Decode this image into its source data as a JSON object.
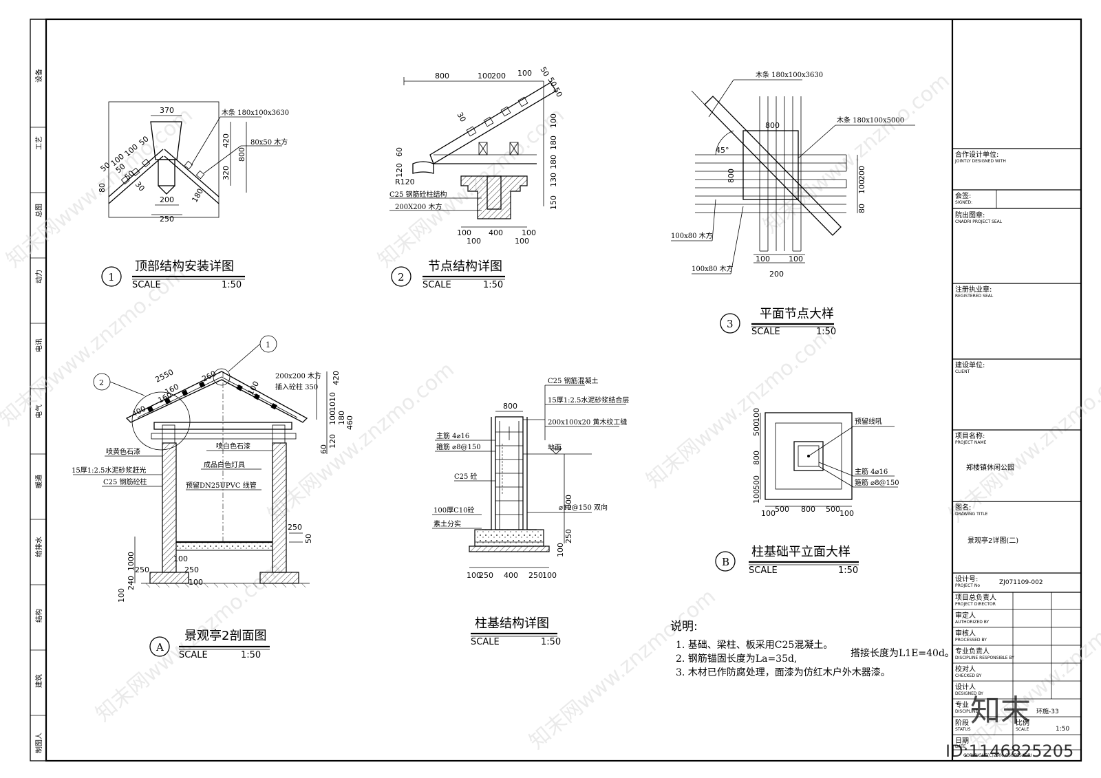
{
  "left_strip": [
    "设备",
    "工艺",
    "总图",
    "动力",
    "电讯",
    "电气",
    "暖通",
    "给排水",
    "结构",
    "建筑",
    "制图人"
  ],
  "title_block": {
    "jointly_cn": "合作设计单位:",
    "jointly_en": "JOINTLY DESIGNED WITH",
    "signed_cn": "会签:",
    "signed_en": "SIGNED:",
    "seal_cn": "院出图章:",
    "seal_en": "CNADRI PROJECT SEAL",
    "reg_cn": "注册执业章:",
    "reg_en": "REGISTERED SEAL",
    "client_cn": "建设单位:",
    "client_en": "CLIENT",
    "project_cn": "项目名称:",
    "project_en": "PROJECT NAME",
    "project_value": "郑楼镇休闲公园",
    "drawing_cn": "图名:",
    "drawing_en": "DRAWING TITLE",
    "drawing_value": "景观亭2详图(二)",
    "projno_cn": "设计号:",
    "projno_en": "PROJECT No",
    "projno_value": "ZJ071109-002",
    "director_cn": "项目总负责人",
    "director_en": "PROJECT DIRECTOR",
    "auth_cn": "审定人",
    "auth_en": "AUTHORIZED BY",
    "proc_cn": "审核人",
    "proc_en": "PROCESSED BY",
    "disc_cn": "专业负责人",
    "disc_en": "DISCIPLINE RESPONSIBLE BY",
    "check_cn": "校对人",
    "check_en": "CHECKED BY",
    "design_cn": "设计人",
    "design_en": "DESIGNED BY",
    "discipline_cn": "专业",
    "discipline_en": "DISCIPLINE",
    "sheet_value": "环施-33",
    "status_cn": "阶段",
    "status_en": "STATUS",
    "scale_cn": "比例",
    "scale_en": "SCALE",
    "scale_value": "1:50",
    "date_cn": "日期",
    "date_en": "DATE",
    "copyright": "COPYRIGHT(C)2006,CSCECSADRI"
  },
  "drawings": {
    "d1": {
      "num": "1",
      "title": "顶部结构安装详图",
      "scale_label": "SCALE",
      "scale": "1:50",
      "dims": [
        "370",
        "50",
        "100",
        "100",
        "50",
        "50",
        "50",
        "80",
        "30",
        "200",
        "250",
        "420",
        "320",
        "800",
        "180"
      ],
      "notes": [
        "木条 180x100x3630",
        "80x50 木方"
      ]
    },
    "d2": {
      "num": "2",
      "title": "节点结构详图",
      "scale_label": "SCALE",
      "scale": "1:50",
      "dims": [
        "800",
        "100",
        "200",
        "100",
        "50",
        "50",
        "50",
        "30",
        "100",
        "180",
        "180",
        "130",
        "150",
        "60",
        "120",
        "R120",
        "100",
        "400",
        "100",
        "100",
        "100"
      ],
      "notes": [
        "C25 钢筋砼柱结构",
        "200X200 木方"
      ]
    },
    "d3": {
      "num": "3",
      "title": "平面节点大样",
      "scale_label": "SCALE",
      "scale": "1:50",
      "dims": [
        "800",
        "800",
        "45°",
        "100",
        "200",
        "80",
        "100",
        "100",
        "200"
      ],
      "notes": [
        "木条 180x100x3630",
        "木条 180x100x5000",
        "100x80 木方",
        "100x80 木方"
      ]
    },
    "dA": {
      "num": "A",
      "title": "景观亭2剖面图",
      "scale_label": "SCALE",
      "scale": "1:50",
      "dims": [
        "2550",
        "260",
        "160",
        "160",
        "400",
        "100",
        "420",
        "1010",
        "100",
        "180",
        "60",
        "120",
        "460",
        "250",
        "50",
        "1000",
        "250",
        "250",
        "240",
        "100",
        "100",
        "100"
      ],
      "notes": [
        "200x200 木方",
        "插入砼柱 350",
        "喷黄色石漆",
        "15厚1:2.5水泥砂浆赶光",
        "C25 钢筋砼柱",
        "喷白色石漆",
        "成品白色灯具",
        "预留DN25UPVC 线管"
      ]
    },
    "dCol": {
      "title": "柱基结构详图",
      "scale_label": "SCALE",
      "scale": "1:50",
      "dims": [
        "800",
        "800",
        "100",
        "250",
        "400",
        "250",
        "100",
        "250",
        "100"
      ],
      "notes": [
        "C25 钢筋混凝土",
        "15厚1:2.5水泥砂浆结合层",
        "200x100x20 黄木纹工缝",
        "主筋 4⌀16",
        "箍筋 ⌀8@150",
        "地面",
        "C25 砼",
        "⌀12@150 双向",
        "100厚C10砼",
        "素土分实"
      ]
    },
    "dB": {
      "num": "B",
      "title": "柱基础平立面大样",
      "scale_label": "SCALE",
      "scale": "1:50",
      "dims": [
        "100",
        "500",
        "800",
        "500",
        "100",
        "500",
        "800",
        "500",
        "100"
      ],
      "notes": [
        "预留线吼",
        "主筋 4⌀16",
        "箍筋 ⌀8@150"
      ]
    }
  },
  "general_notes": {
    "heading": "说明:",
    "items": [
      "1. 基础、梁柱、板采用C25混凝土。",
      "2. 钢筋锚固长度为La=35d,",
      "3. 木材已作防腐处理，面漆为仿红木户外木器漆。"
    ],
    "extra": "搭接长度为L1E=40d。"
  },
  "watermark": "知末网www.znzmo.com",
  "brand": "知末",
  "id_text": "ID:1146825205"
}
